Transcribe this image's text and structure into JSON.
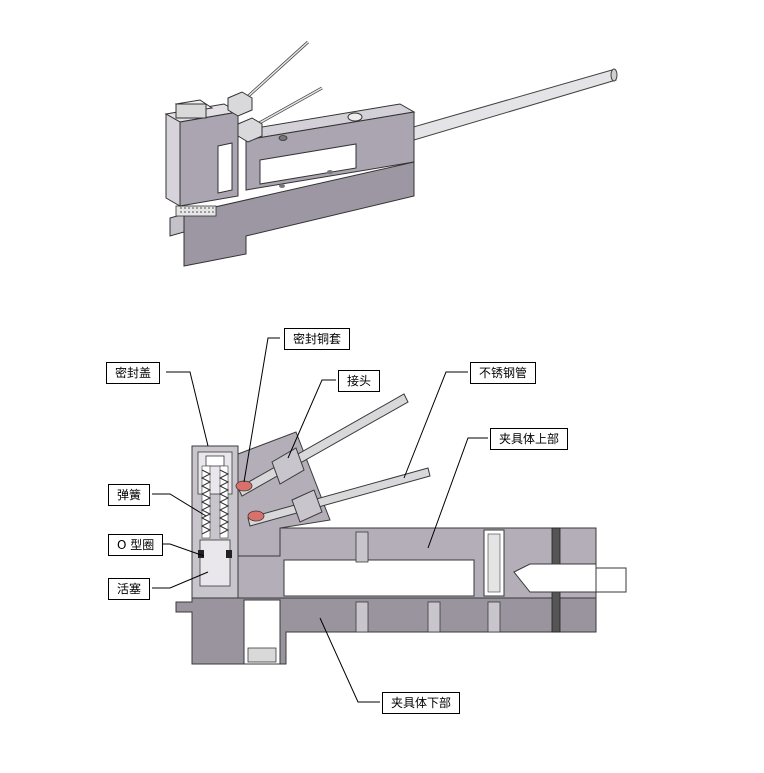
{
  "labels": {
    "seal_cap": "密封盖",
    "seal_copper_sleeve": "密封铜套",
    "joint": "接头",
    "stainless_tube": "不锈钢管",
    "clamp_upper": "夹具体上部",
    "spring": "弹簧",
    "o_ring": "O 型圈",
    "piston": "活塞",
    "clamp_lower": "夹具体下部"
  },
  "colors": {
    "body_dark": "#9a949e",
    "body_light": "#c9c5cd",
    "body_mid": "#b3aeb7",
    "outline": "#3a3a3a",
    "tube": "#d8d8da",
    "seal_red": "#d9706a"
  }
}
